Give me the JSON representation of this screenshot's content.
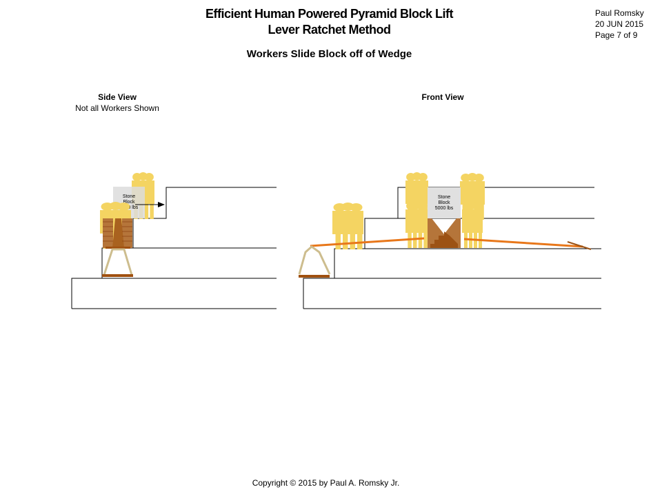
{
  "header": {
    "title_line1": "Efficient Human Powered Pyramid Block Lift",
    "title_line2": "Lever Ratchet Method",
    "subtitle": "Workers Slide Block off of Wedge"
  },
  "meta": {
    "author": "Paul Romsky",
    "date": "20 JUN 2015",
    "page": "Page 7 of 9"
  },
  "side_view": {
    "title": "Side View",
    "note": "Not all Workers Shown",
    "block_label": [
      "Stone",
      "Block",
      "5000 lbs"
    ]
  },
  "front_view": {
    "title": "Front View",
    "block_label": [
      "Stone",
      "Block",
      "5000 lbs"
    ]
  },
  "footer": {
    "copyright": "Copyright © 2015 by Paul A. Romsky Jr."
  },
  "colors": {
    "worker": "#f4d462",
    "block": "#e0e0e0",
    "wedge": "#b5753a",
    "wedge_dark": "#9c5214",
    "lever": "#e8771a",
    "frame": "#cdbd8e"
  }
}
